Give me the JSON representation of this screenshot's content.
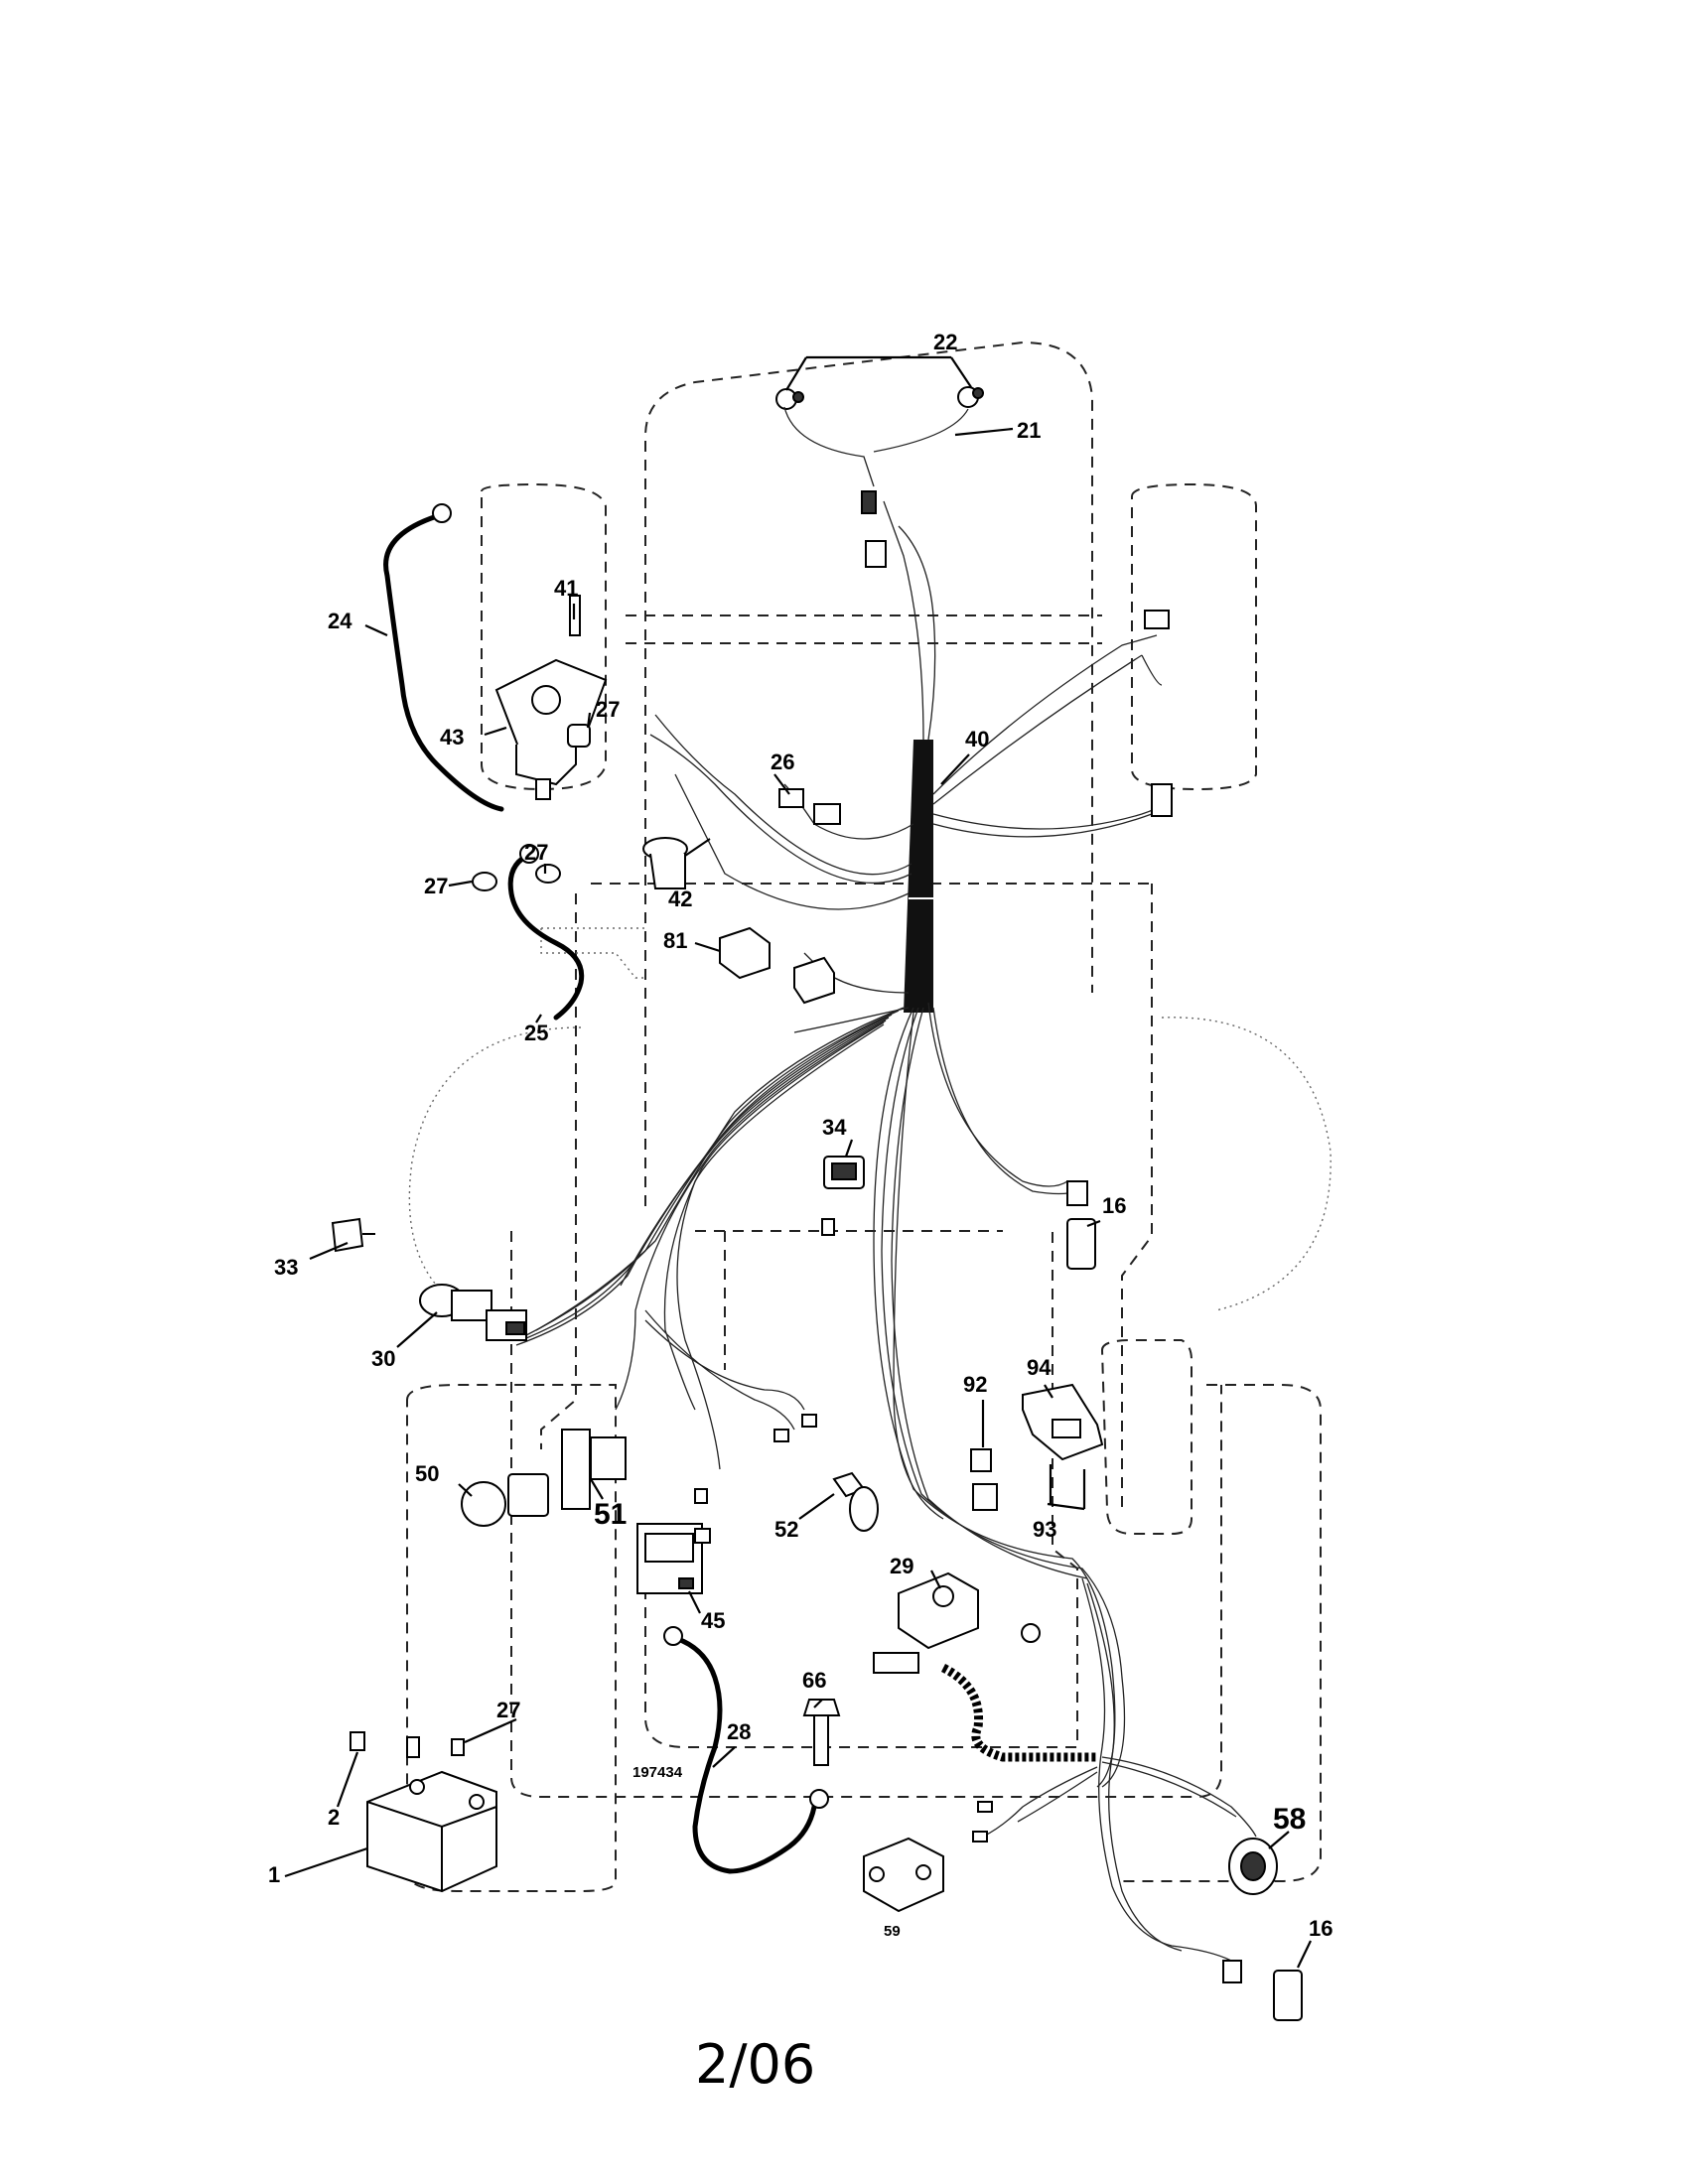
{
  "drawing_number": "197434",
  "footer": "2/06",
  "callouts": {
    "c1": "1",
    "c2": "2",
    "c16a": "16",
    "c16b": "16",
    "c21": "21",
    "c22": "22",
    "c24": "24",
    "c25": "25",
    "c26": "26",
    "c27a": "27",
    "c27b": "27",
    "c27c": "27",
    "c27d": "27",
    "c28": "28",
    "c29": "29",
    "c30": "30",
    "c33": "33",
    "c34": "34",
    "c40": "40",
    "c41": "41",
    "c42": "42",
    "c43": "43",
    "c45": "45",
    "c50": "50",
    "c51": "51",
    "c52": "52",
    "c58": "58",
    "c59": "59",
    "c66": "66",
    "c81": "81",
    "c92": "92",
    "c93": "93",
    "c94": "94"
  }
}
